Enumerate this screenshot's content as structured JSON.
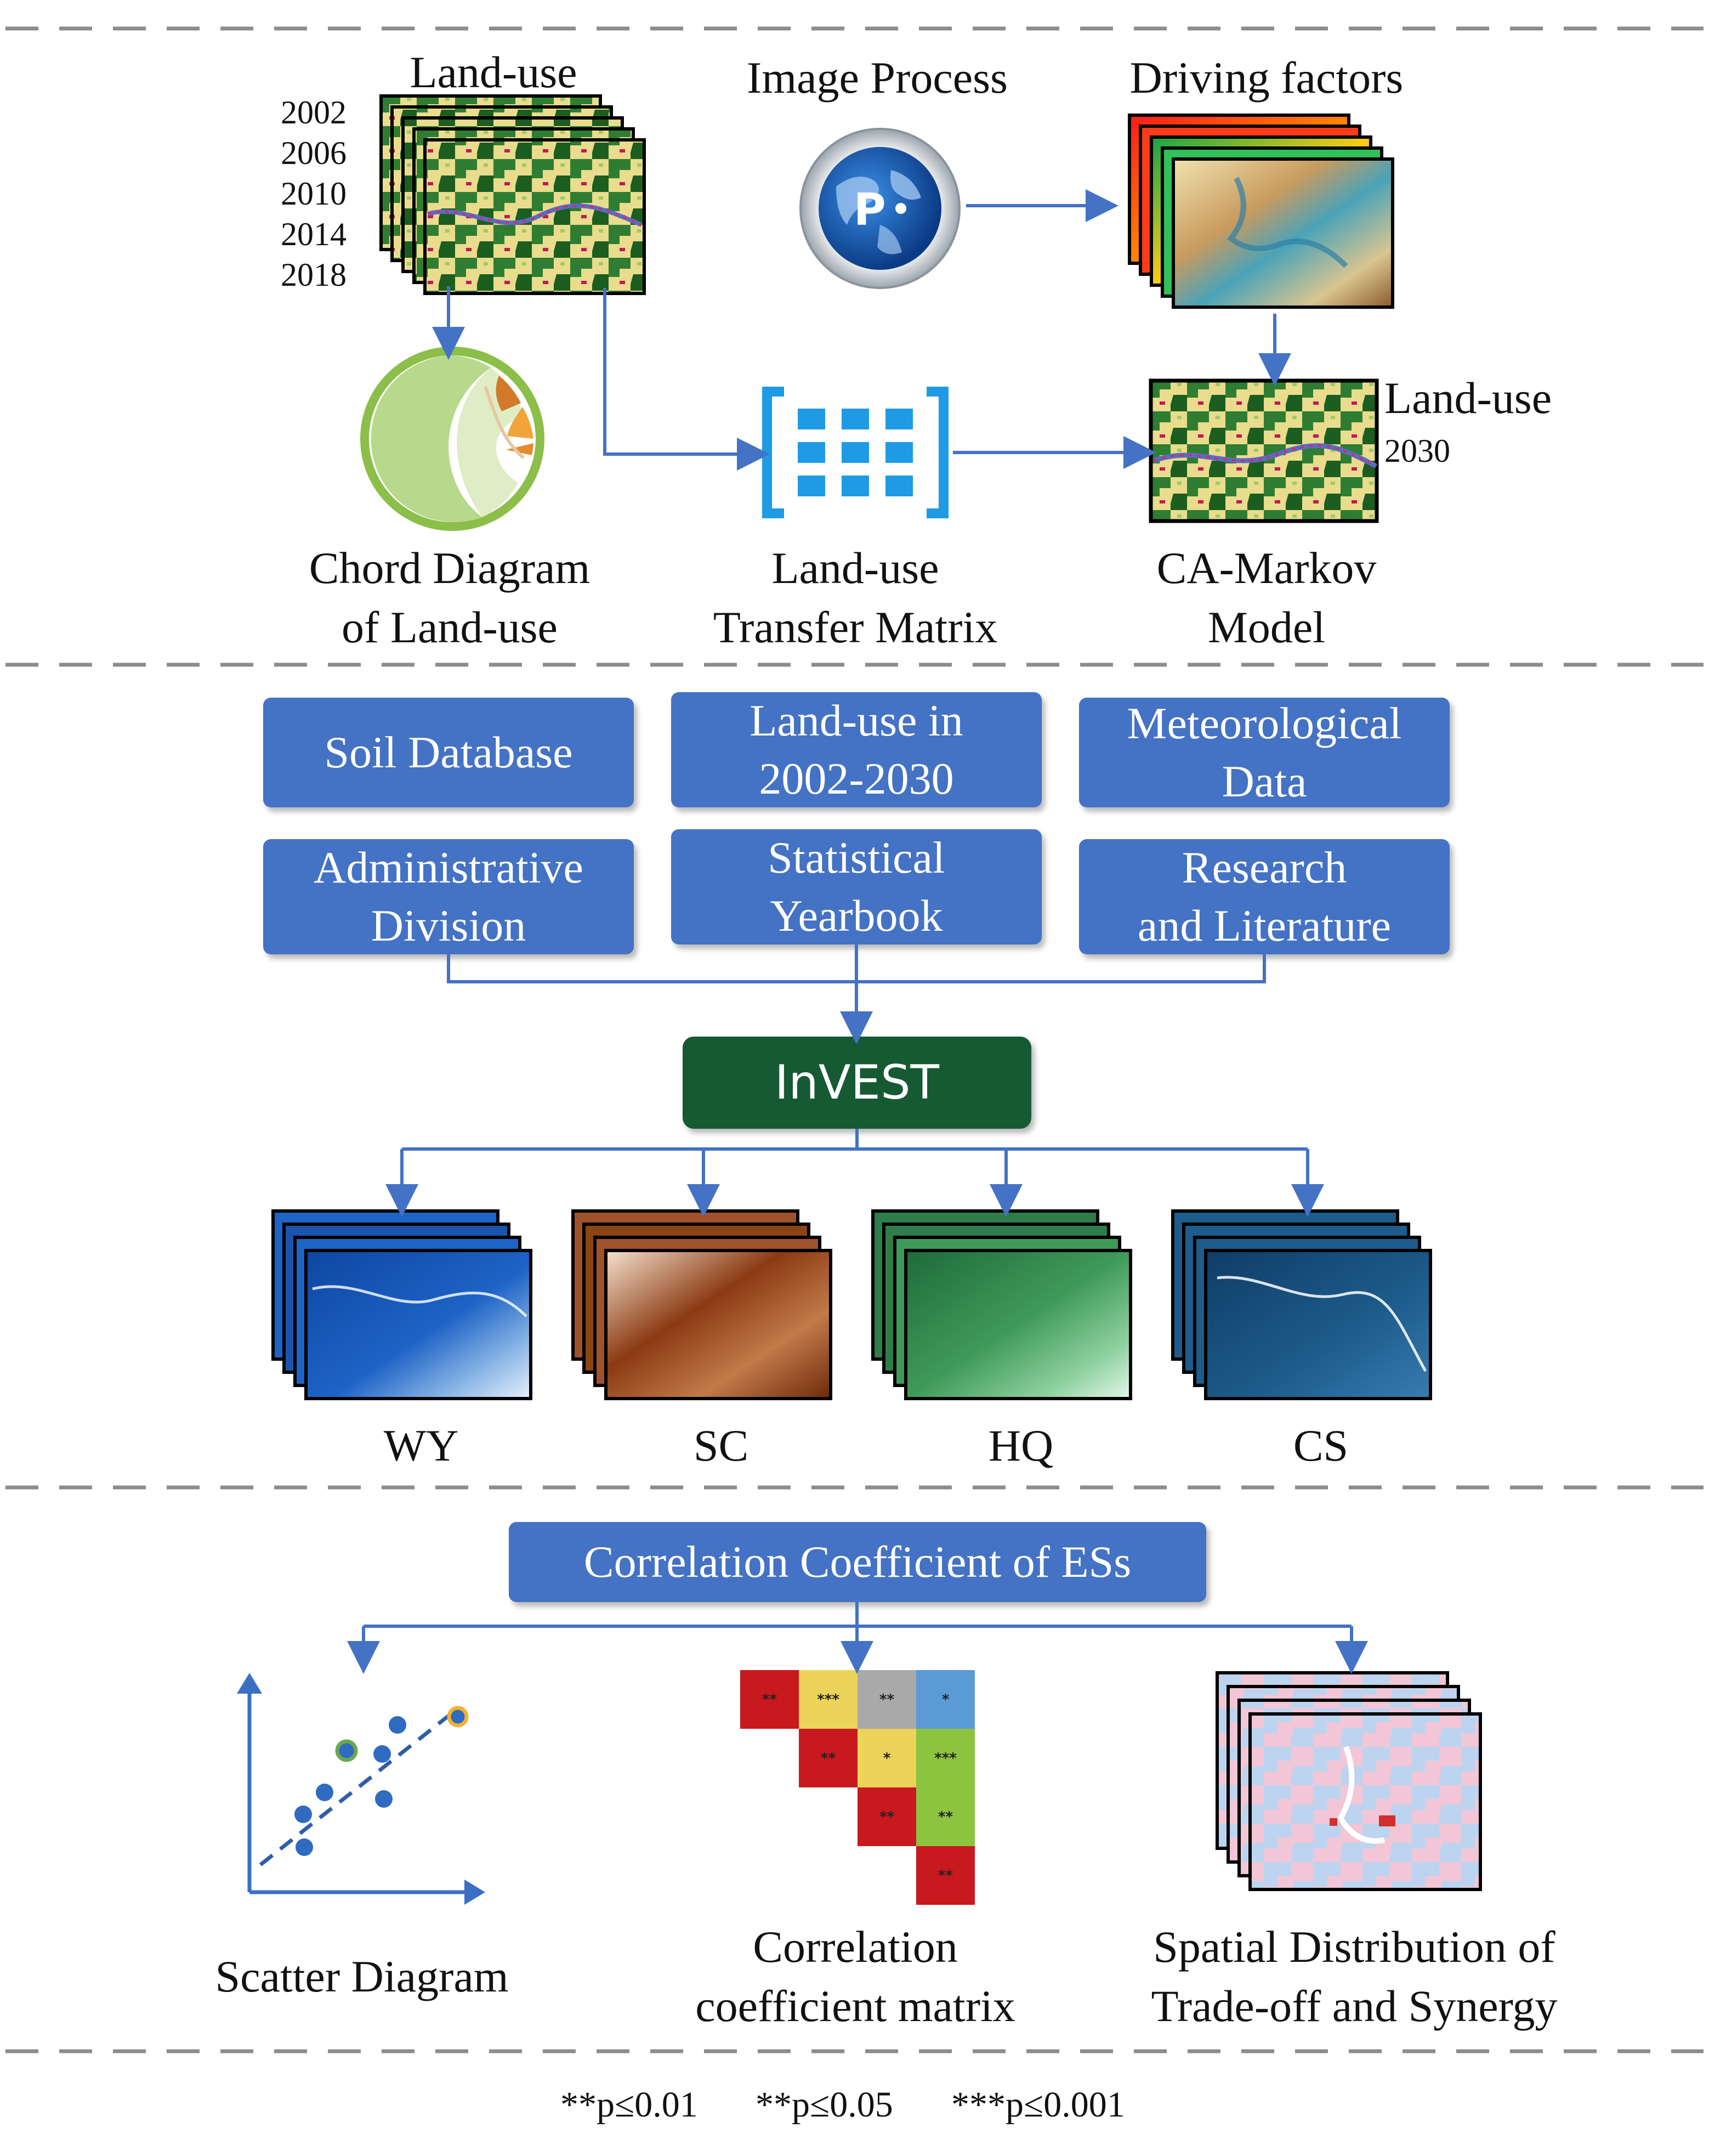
{
  "top": {
    "landuse_title": "Land-use",
    "years": [
      "2002",
      "2006",
      "2010",
      "2014",
      "2018"
    ],
    "image_process": "Image Process",
    "driving_factors": "Driving factors",
    "landuse_2030_title": "Land-use",
    "landuse_2030_year": "2030",
    "chord_label": [
      "Chord Diagram",
      "of Land-use"
    ],
    "transfer_label": [
      "Land-use",
      "Transfer Matrix"
    ],
    "camarkov_label": [
      "CA-Markov",
      "Model"
    ]
  },
  "middle": {
    "boxes": [
      [
        "Soil Database"
      ],
      [
        "Land-use in",
        "2002-2030"
      ],
      [
        "Meteorological",
        "Data"
      ],
      [
        "Administrative",
        "Division"
      ],
      [
        "Statistical",
        "Yearbook"
      ],
      [
        "Research",
        "and Literature"
      ]
    ],
    "invest": "InVEST",
    "services": [
      "WY",
      "SC",
      "HQ",
      "CS"
    ]
  },
  "bottom": {
    "correlation_box": "Correlation Coefficient of ESs",
    "scatter_label": "Scatter Diagram",
    "matrix_label": [
      "Correlation",
      "coefficient matrix"
    ],
    "spatial_label": [
      "Spatial Distribution of",
      "Trade-off and Synergy"
    ],
    "matrix_cells": [
      {
        "row": 0,
        "col": 0,
        "text": "**",
        "color": "#c8191e"
      },
      {
        "row": 0,
        "col": 1,
        "text": "***",
        "color": "#ecd35a"
      },
      {
        "row": 0,
        "col": 2,
        "text": "**",
        "color": "#a9a9a9"
      },
      {
        "row": 0,
        "col": 3,
        "text": "*",
        "color": "#5b9bd5"
      },
      {
        "row": 1,
        "col": 1,
        "text": "**",
        "color": "#c8191e"
      },
      {
        "row": 1,
        "col": 2,
        "text": "*",
        "color": "#ecd35a"
      },
      {
        "row": 1,
        "col": 3,
        "text": "***",
        "color": "#8dc43f"
      },
      {
        "row": 2,
        "col": 2,
        "text": "**",
        "color": "#c8191e"
      },
      {
        "row": 2,
        "col": 3,
        "text": "**",
        "color": "#8dc43f"
      },
      {
        "row": 3,
        "col": 3,
        "text": "**",
        "color": "#c8191e"
      }
    ]
  },
  "footnote": [
    "**p≤0.01",
    "**p≤0.05",
    "***p≤0.001"
  ],
  "colors": {
    "box_blue": "#4472c4",
    "invest_green": "#155a33",
    "arrow_blue": "#4472c4",
    "dash_gray": "#8c8c8c"
  }
}
